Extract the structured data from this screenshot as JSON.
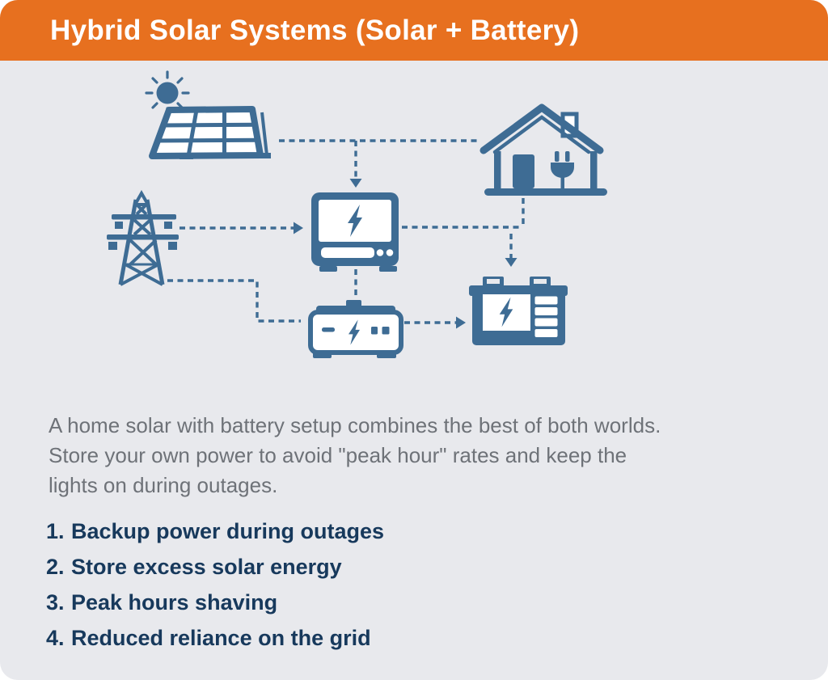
{
  "header": {
    "title": "Hybrid Solar Systems (Solar + Battery)"
  },
  "colors": {
    "header_bg": "#E7701F",
    "header_text": "#FFFFFF",
    "body_bg": "#E8E9ED",
    "icon_blue": "#3E6C94",
    "description_text": "#6E7278",
    "benefit_text": "#17395C"
  },
  "diagram": {
    "nodes": [
      {
        "icon": "sun-icon"
      },
      {
        "icon": "solar-panel-icon"
      },
      {
        "icon": "transmission-tower-icon"
      },
      {
        "icon": "house-icon"
      },
      {
        "icon": "inverter-icon"
      },
      {
        "icon": "generator-icon"
      },
      {
        "icon": "battery-icon"
      }
    ],
    "edges": [
      {
        "from": "solar-panel",
        "to": "house",
        "style": "dashed"
      },
      {
        "from": "solar-panel",
        "to": "inverter",
        "style": "dashed-arrow"
      },
      {
        "from": "transmission-tower",
        "to": "inverter",
        "style": "dashed-arrow"
      },
      {
        "from": "inverter",
        "to": "house-junction",
        "style": "dashed"
      },
      {
        "from": "house",
        "to": "battery",
        "style": "dashed-arrow"
      },
      {
        "from": "inverter",
        "to": "generator",
        "style": "dashed"
      },
      {
        "from": "transmission-tower",
        "to": "generator",
        "style": "dashed"
      },
      {
        "from": "generator",
        "to": "battery",
        "style": "dashed-arrow"
      }
    ]
  },
  "description": {
    "lines": [
      "A home solar with battery setup combines the best of both worlds.",
      "Store your own power to avoid \"peak hour\" rates and keep the",
      "lights on during outages."
    ]
  },
  "benefits": {
    "items": [
      {
        "number": "1.",
        "label": "Backup power during outages"
      },
      {
        "number": "2.",
        "label": "Store excess solar energy"
      },
      {
        "number": "3.",
        "label": "Peak hours shaving"
      },
      {
        "number": "4.",
        "label": "Reduced reliance on the grid"
      }
    ]
  }
}
